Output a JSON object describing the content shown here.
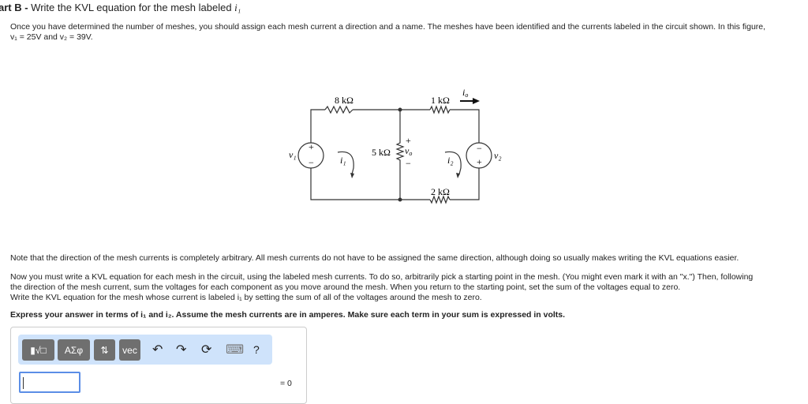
{
  "title": {
    "prefix": "art B - ",
    "text": "Write the KVL equation for the mesh labeled ",
    "var": "i₁"
  },
  "intro": {
    "line1": "Once you have determined the number of meshes, you should assign each mesh current a direction and a name. The meshes have been identified and the currents labeled in the circuit shown. In this figure,",
    "line2": "v₁ = 25V and v₂ = 39V."
  },
  "circuit": {
    "r1": "8 kΩ",
    "r2": "1 kΩ",
    "r3": "5 kΩ",
    "r4": "2 kΩ",
    "io": "i",
    "io_sub": "o",
    "v1": "v₁",
    "v2": "v₂",
    "vo": "v",
    "vo_sub": "o",
    "i1": "i₁",
    "i2": "i₂",
    "plus": "+",
    "minus": "−"
  },
  "note": "Note that the direction of the mesh currents is completely arbitrary. All mesh currents do not have to be assigned the same direction, although doing so usually makes writing the KVL equations easier.",
  "instr": {
    "line1": "Now you must write a KVL equation for each mesh in the circuit, using the labeled mesh currents. To do so, arbitrarily pick a starting point in the mesh. (You might even mark it with an \"x.\") Then, following",
    "line2": "the direction of the mesh current, sum the voltages for each component as you move around the mesh. When you return to the starting point, set the sum of the voltages equal to zero.",
    "line3": "Write the KVL equation for the mesh whose current is labeled i₁ by setting the sum of all of the voltages around the mesh to zero."
  },
  "express": "Express your answer in terms of i₁ and i₂. Assume the mesh currents are in amperes. Make sure each term in your sum is expressed in volts.",
  "toolbar": {
    "templates": "▮√□",
    "greek": "ΑΣφ",
    "arrows": "⇅",
    "vec": "vec",
    "undo": "↶",
    "redo": "↷",
    "reset": "⟳",
    "keyboard": "⌨",
    "help": "?"
  },
  "answer": {
    "value": "",
    "suffix": "= 0"
  }
}
